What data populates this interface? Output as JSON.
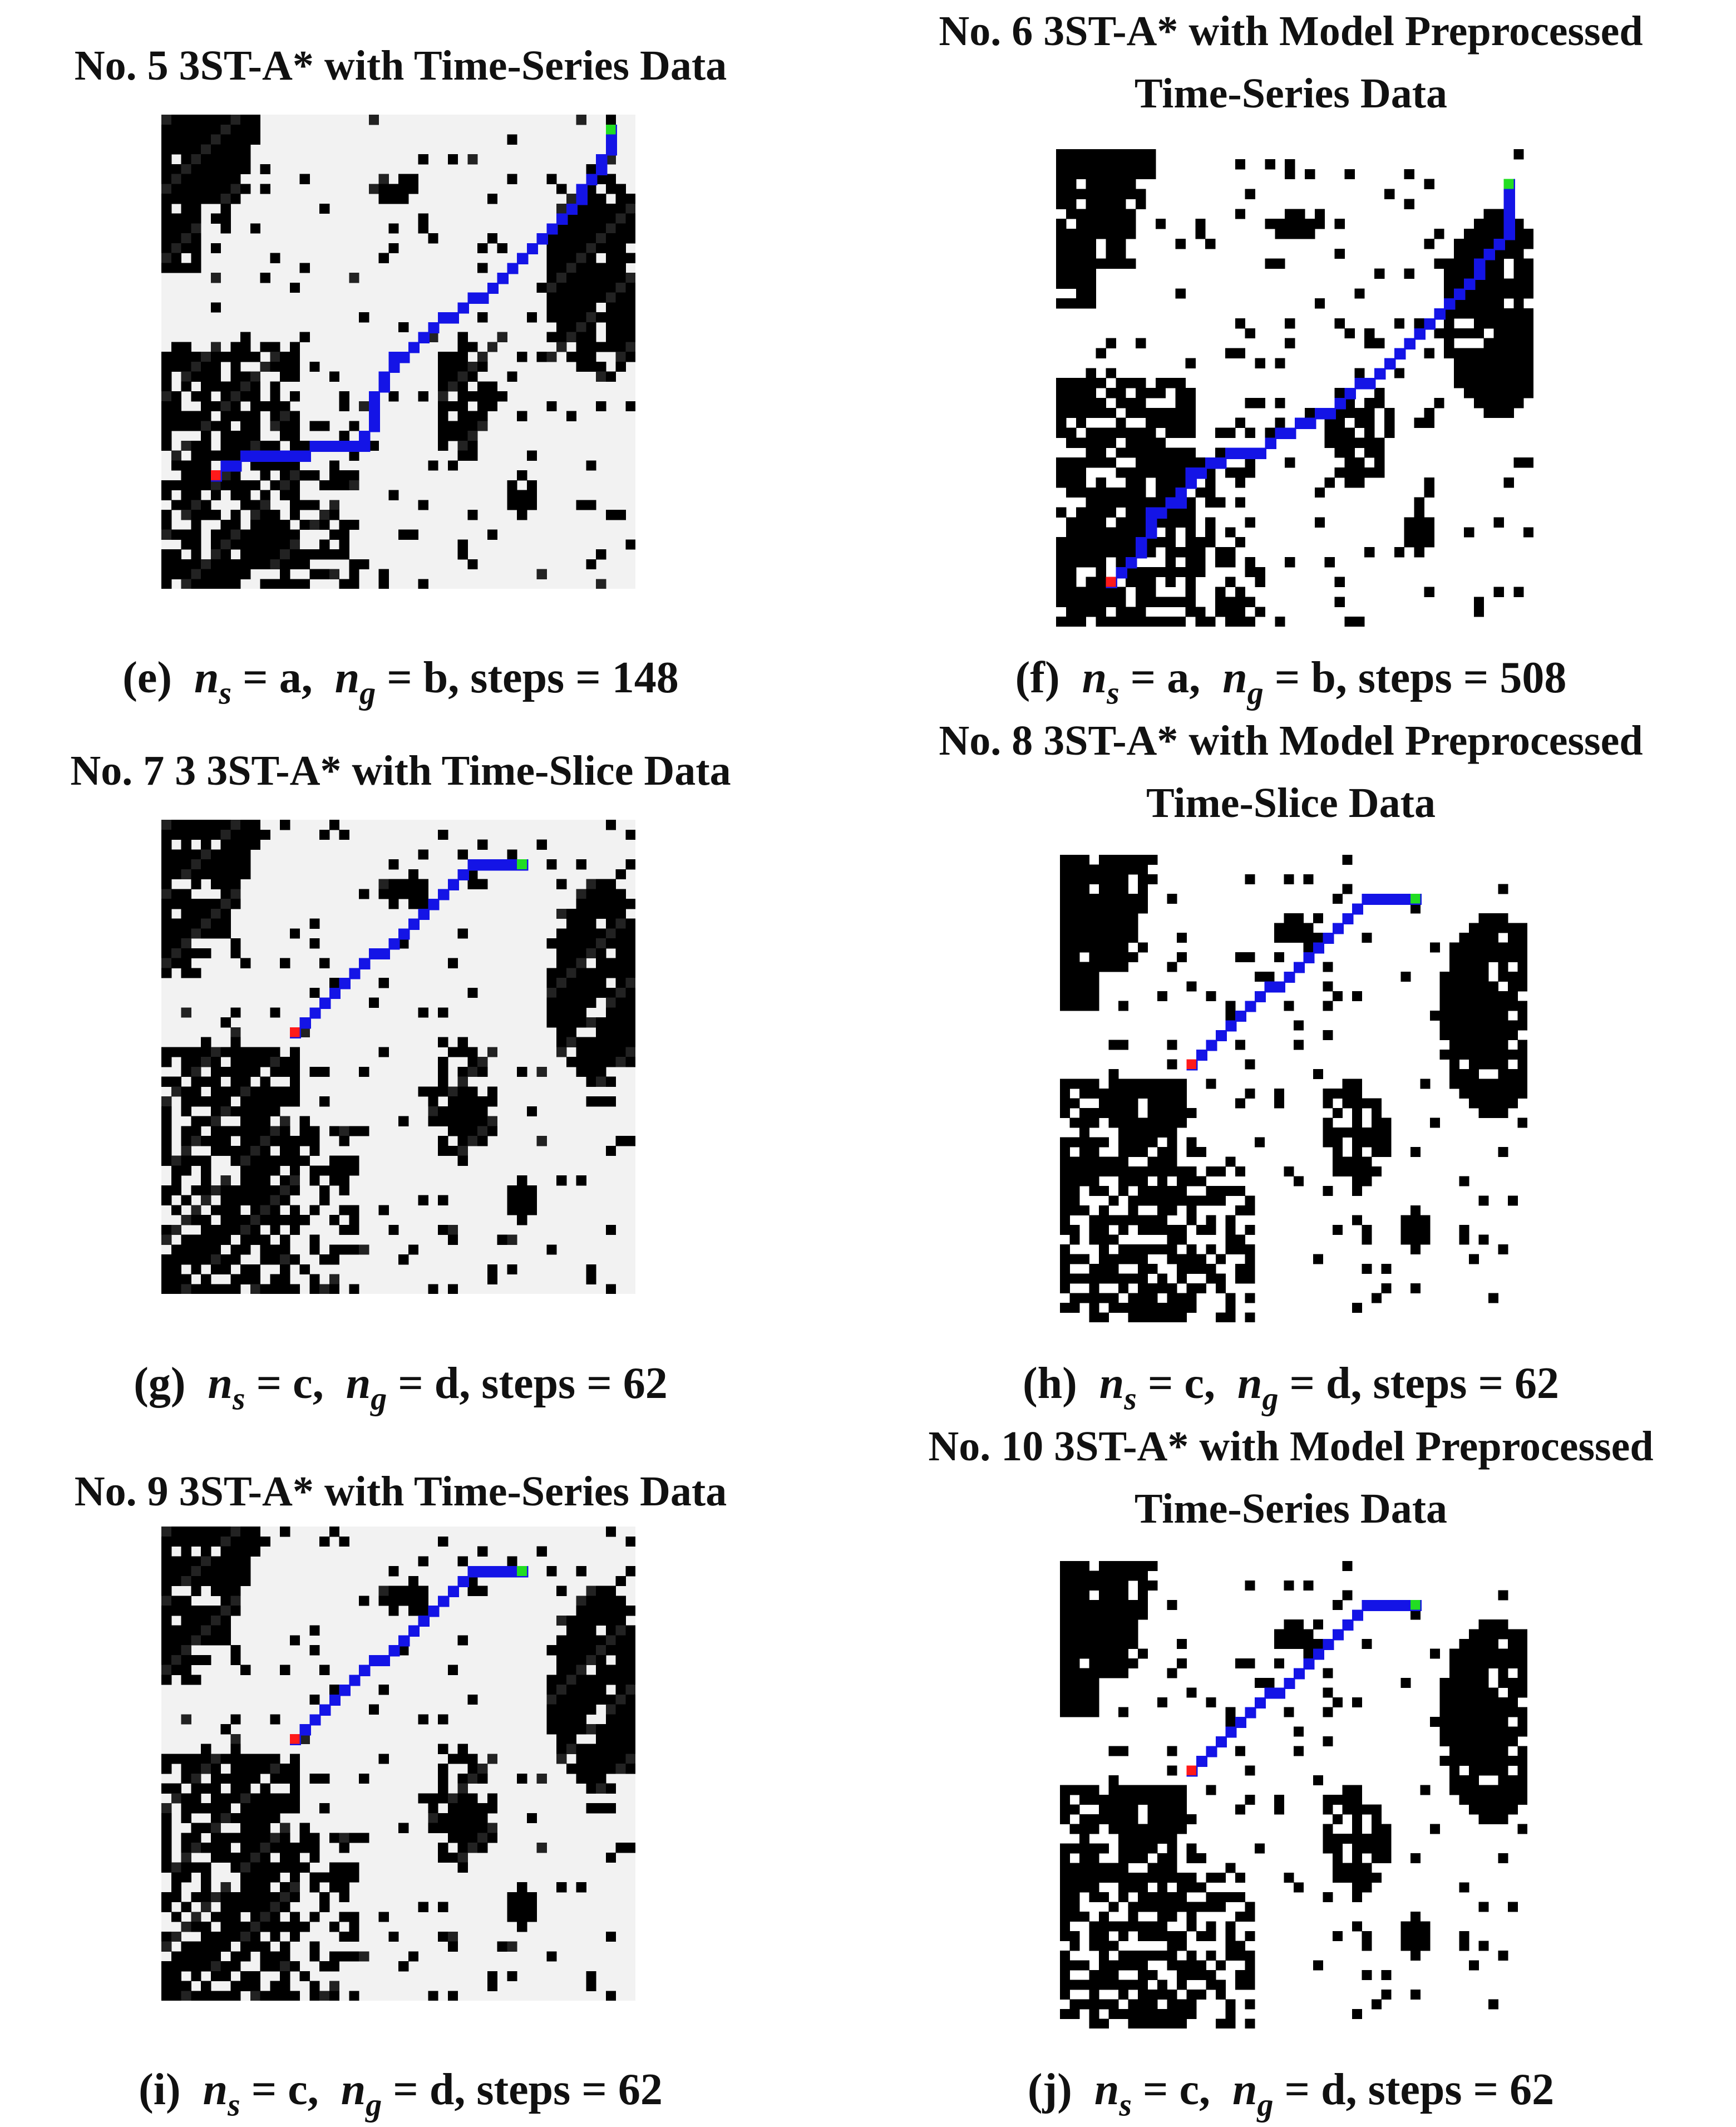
{
  "panels": [
    {
      "id": "e",
      "title": [
        "No. 5 3ST-A* with Time-Series Data"
      ],
      "caption": {
        "label": "(e)",
        "ns": "a",
        "ng": "b",
        "steps": "148"
      },
      "path": [
        [
          5,
          36
        ],
        [
          8,
          34
        ],
        [
          20,
          33
        ],
        [
          21,
          29
        ],
        [
          23,
          24
        ],
        [
          25,
          23
        ],
        [
          27,
          21
        ],
        [
          33,
          17
        ],
        [
          37,
          13
        ],
        [
          40,
          10
        ],
        [
          44,
          5
        ],
        [
          45,
          1
        ]
      ],
      "style": "gray"
    },
    {
      "id": "f",
      "title": [
        "No. 6 3ST-A* with Model Preprocessed",
        "Time-Series Data"
      ],
      "caption": {
        "label": "(f)",
        "ns": "a",
        "ng": "b",
        "steps": "508"
      },
      "path": [
        [
          5,
          43
        ],
        [
          8,
          40
        ],
        [
          9,
          36
        ],
        [
          12,
          35
        ],
        [
          13,
          32
        ],
        [
          16,
          31
        ],
        [
          17,
          30
        ],
        [
          20,
          30
        ],
        [
          22,
          28
        ],
        [
          24,
          27
        ],
        [
          28,
          25
        ],
        [
          34,
          20
        ],
        [
          39,
          15
        ],
        [
          45,
          8
        ],
        [
          45,
          3
        ]
      ],
      "style": "binary"
    },
    {
      "id": "g",
      "title": [
        "No. 7 3 3ST-A* with Time-Slice Data"
      ],
      "caption": {
        "label": "(g)",
        "ns": "c",
        "ng": "d",
        "steps": "62"
      },
      "path": [
        [
          13,
          21
        ],
        [
          31,
          4
        ],
        [
          36,
          4
        ]
      ],
      "style": "gray"
    },
    {
      "id": "h",
      "title": [
        "No. 8 3ST-A* with Model Preprocessed",
        "Time-Slice Data"
      ],
      "caption": {
        "label": "(h)",
        "ns": "c",
        "ng": "d",
        "steps": "62"
      },
      "path": [
        [
          13,
          21
        ],
        [
          31,
          4
        ],
        [
          36,
          4
        ]
      ],
      "style": "binary"
    },
    {
      "id": "i",
      "title": [
        "No. 9 3ST-A* with Time-Series Data"
      ],
      "caption": {
        "label": "(i)",
        "ns": "c",
        "ng": "d",
        "steps": "62"
      },
      "path": [
        [
          13,
          21
        ],
        [
          31,
          4
        ],
        [
          36,
          4
        ]
      ],
      "style": "gray"
    },
    {
      "id": "j",
      "title": [
        "No. 10 3ST-A* with Model Preprocessed",
        "Time-Series Data"
      ],
      "caption": {
        "label": "(j)",
        "ns": "c",
        "ng": "d",
        "steps": "62"
      },
      "path": [
        [
          13,
          21
        ],
        [
          31,
          4
        ],
        [
          36,
          4
        ]
      ],
      "style": "binary"
    }
  ],
  "caption_labels": {
    "ns_symbol": "n",
    "ns_sub": "s",
    "ng_symbol": "n",
    "ng_sub": "g",
    "steps_word": "steps"
  },
  "colors": {
    "path": "#1414e6",
    "start": "#ff1a1a",
    "goal": "#22dd22",
    "obstacle": "#000000",
    "free": "#ffffff",
    "free_gray": "#f2f2f2"
  }
}
